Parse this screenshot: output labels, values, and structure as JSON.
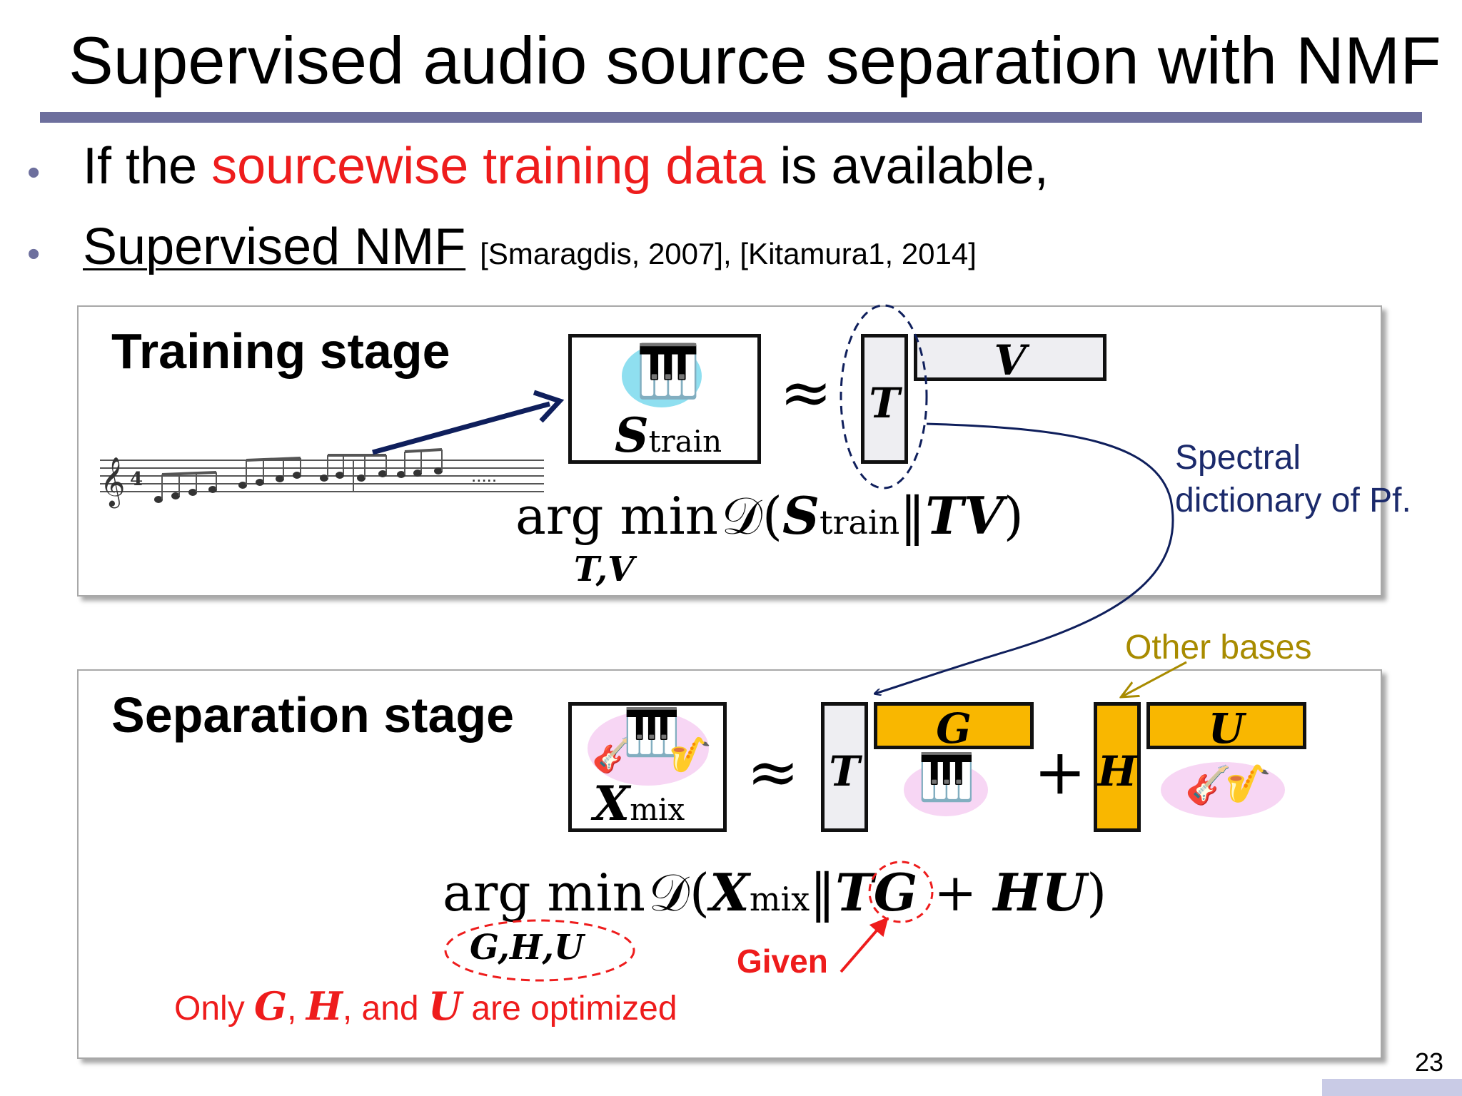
{
  "slide": {
    "title": "Supervised audio source separation with NMF",
    "page_number": "23"
  },
  "bullets": [
    {
      "prefix": "If the ",
      "highlight": "sourcewise training data",
      "suffix": " is available,"
    },
    {
      "main": "Supervised NMF",
      "citation": "[Smaragdis, 2007], [Kitamura1, 2014]"
    }
  ],
  "training": {
    "label": "Training stage",
    "S_symbol": "S",
    "S_subscript": "train",
    "approx": "≈",
    "T_label": "T",
    "V_label": "V",
    "objective": {
      "argmin": "arg min",
      "D": "𝒟(",
      "S": "S",
      "sub": "train",
      "sep": "‖",
      "TV": "TV",
      "close": ")",
      "under": "T,V"
    },
    "annotation_line1": "Spectral",
    "annotation_line2": "dictionary of Pf."
  },
  "separation": {
    "label": "Separation stage",
    "X_symbol": "X",
    "X_subscript": "mix",
    "approx": "≈",
    "T_label": "T",
    "G_label": "G",
    "plus": "+",
    "H_label": "H",
    "U_label": "U",
    "other_bases": "Other bases",
    "objective": {
      "argmin": "arg min",
      "D": "𝒟(",
      "X": "X",
      "sub": "mix",
      "sep": "‖",
      "TG": "TG",
      "plus": " + ",
      "HU": "HU",
      "close": ")",
      "under": "G,H,U"
    },
    "given": "Given",
    "note": {
      "a": "Only ",
      "G": "G",
      "b": ", ",
      "H": "H",
      "c": ", and ",
      "U": "U",
      "d": " are optimized"
    }
  },
  "icons": [
    "piano-icon",
    "guitar-icon",
    "saxophone-icon",
    "music-staff-icon"
  ],
  "colors": {
    "accent_bar": "#6d6f9d",
    "red": "#ee1c1c",
    "blue": "#1b2a6b",
    "orange": "#f9b700",
    "olive": "#a88b00"
  }
}
